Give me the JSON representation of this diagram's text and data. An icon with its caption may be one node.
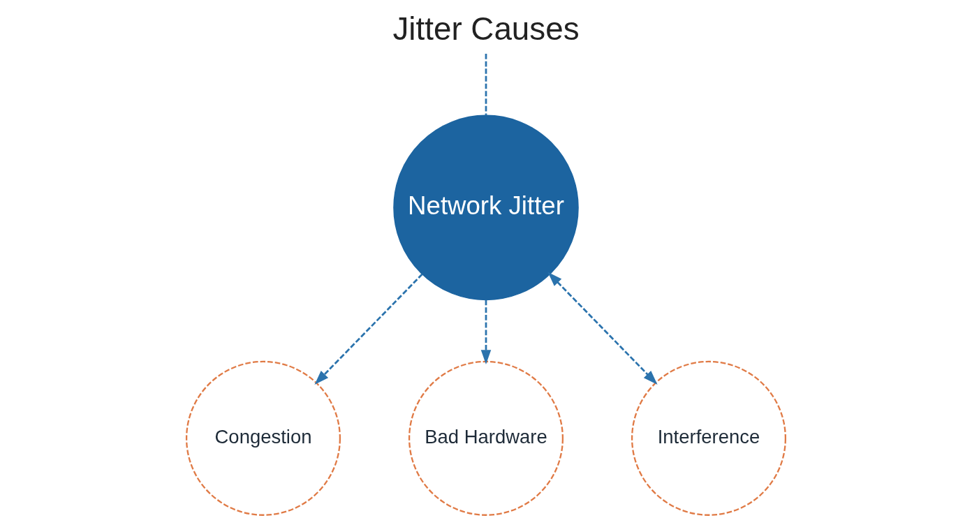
{
  "diagram": {
    "nodes": [
      {
        "text": [
          "Jitter Causes"
        ]
      },
      {
        "text": [
          "Network Jitter"
        ]
      },
      {
        "text": [
          "Congestion"
        ]
      },
      {
        "text": [
          "Bad Hardware"
        ]
      },
      {
        "text": [
          "Interference"
        ]
      }
    ],
    "edges": [
      {
        "from": 0,
        "to": 1,
        "arrow": "none",
        "style": "dashed"
      },
      {
        "from": 1,
        "to": 2,
        "arrow": "to",
        "style": "dashed"
      },
      {
        "from": 1,
        "to": 3,
        "arrow": "to",
        "style": "dashed"
      },
      {
        "from": 1,
        "to": 4,
        "arrow": "both",
        "style": "dashed"
      }
    ]
  }
}
